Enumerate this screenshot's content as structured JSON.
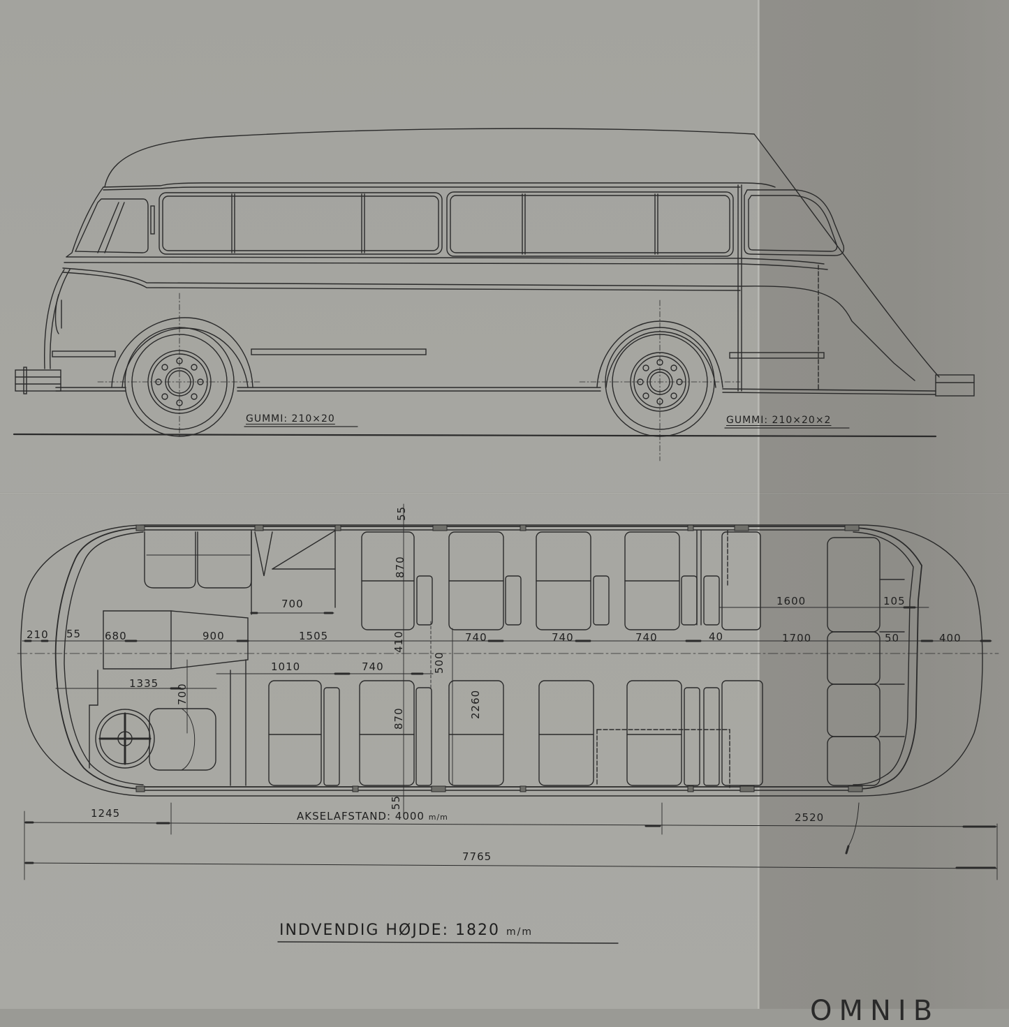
{
  "drawing": {
    "type": "technical drawing",
    "subject": "bus",
    "views": [
      "side elevation",
      "floor plan"
    ],
    "colors": {
      "paper": "#a6a6a1",
      "paper_shadow": "#8f8e89",
      "ink": "#1f1f1f"
    }
  },
  "side_view": {
    "front_tire_label": "GUMMI: 210×20",
    "rear_tire_label": "GUMMI: 210×20×2"
  },
  "floor_plan": {
    "dimensions": {
      "front_overhang_inner": "210",
      "front_wall": "55",
      "driver_section": "680",
      "engine_cover": "900",
      "door_width": "700",
      "aisle_front": "1505",
      "steering_offset": "1335",
      "steering_depth": "700",
      "row_front_lower": "1010",
      "pitch_lower": "740",
      "pitch_1": "740",
      "pitch_2": "740",
      "pitch_3": "740",
      "partition": "40",
      "rear_upper": "1600",
      "rear_lower": "1700",
      "rear_wall_upper": "105",
      "rear_wall_lower": "50",
      "rear_overhang": "400",
      "wall_top": "55",
      "wall_bottom": "55",
      "seat_depth_upper": "870",
      "seat_depth_lower": "870",
      "aisle_width": "410",
      "aisle_offset": "500",
      "inner_width": "2260"
    },
    "bottom_dimensions": {
      "front_axle_offset": "1245",
      "wheelbase_label": "AKSELAFSTAND: 4000",
      "wheelbase_unit": "m/m",
      "rear_overhang": "2520",
      "overall_length": "7765"
    },
    "interior_height_label": "INDVENDIG HØJDE: 1820",
    "interior_height_unit": "m/m"
  },
  "title_block": {
    "partial_title": "OMNIB"
  }
}
